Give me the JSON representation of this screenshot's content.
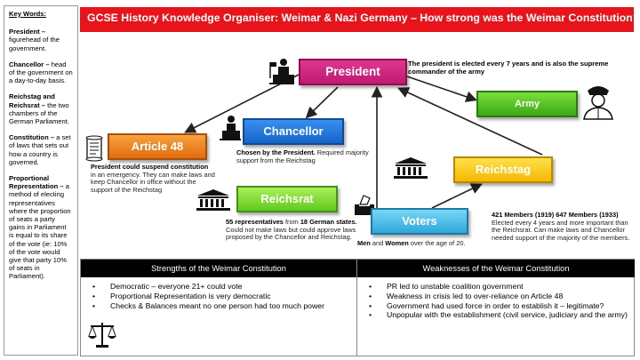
{
  "key_words": {
    "title": "Key Words:",
    "entries": [
      {
        "term": "President",
        "sep": " –",
        "definition": " figurehead of the government."
      },
      {
        "term": "Chancellor",
        "sep": " –",
        "definition": " head of the government on a day-to-day basis."
      },
      {
        "term": "Reichstag and Reichsrat",
        "sep": " –",
        "definition": " the two chambers of the German Parliament."
      },
      {
        "term": "Constitution",
        "sep": " –",
        "definition": " a set of laws that sets out how a country is governed."
      },
      {
        "term": "Proportional Representation",
        "sep": " –",
        "definition": " a method of electing representatives where the proportion of seats a party gains in Parliament is equal to its share of the vote (ie: 10% of the vote would give that party 10% of seats in Parliament)."
      }
    ]
  },
  "title": "GCSE History Knowledge Organiser: Weimar & Nazi Germany – How strong was the Weimar Constitution?",
  "diagram": {
    "president": {
      "label": "President",
      "note": "The president is elected every 7 years and is also the supreme commander of the army"
    },
    "army": {
      "label": "Army"
    },
    "chancellor": {
      "label": "Chancellor",
      "note_bold": "Chosen by the President.",
      "note": " Required majority support from the Reichstag"
    },
    "article48": {
      "label": "Article 48",
      "note_bold": "President could suspend constitution",
      "note": " in an emergency. They can make laws and keep Chancellor in office without the support of the Reichstag"
    },
    "reichsrat": {
      "label": "Reichsrat",
      "note_bold1": "55 representatives",
      "note_mid": " from ",
      "note_bold2": "18 German states.",
      "note": " Could not make laws but could approve laws proposed by the Chancellor and Reichstag."
    },
    "reichstag": {
      "label": "Reichstag",
      "note_bold": "421 Members (1919) 647 Members (1933)",
      "note": " Elected every 4 years and more important than the Reichsrat. Can make laws and Chancellor needed support of the majority of the members."
    },
    "voters": {
      "label": "Voters",
      "note_bold1": "Men",
      "note_mid": " and ",
      "note_bold2": "Women",
      "note": " over the age of 20."
    }
  },
  "strengths": {
    "header": "Strengths of the Weimar Constitution",
    "items": [
      "Democratic – everyone 21+ could vote",
      "Proportional Representation is very democratic",
      "Checks & Balances meant no one person had too much power"
    ]
  },
  "weaknesses": {
    "header": "Weaknesses of the Weimar Constitution",
    "items": [
      "PR led to unstable coalition government",
      "Weakness in crisis led to over-reliance on Article 48",
      "Government had used force in order to establish it – legitimate?",
      "Unpopular with the establishment (civil service, judiciary and the army)"
    ]
  },
  "colors": {
    "banner": "#e8141c",
    "president": "#c01a72",
    "army": "#3aa814",
    "chancellor": "#1565c8",
    "article48": "#e06c10",
    "reichstag": "#f5b800",
    "reichsrat": "#62c81c",
    "voters": "#2ea8dc"
  },
  "icons": [
    "desk-figure-icon",
    "soldier-icon",
    "scroll-icon",
    "parliament-building-icon",
    "ballot-box-icon",
    "scales-icon"
  ]
}
